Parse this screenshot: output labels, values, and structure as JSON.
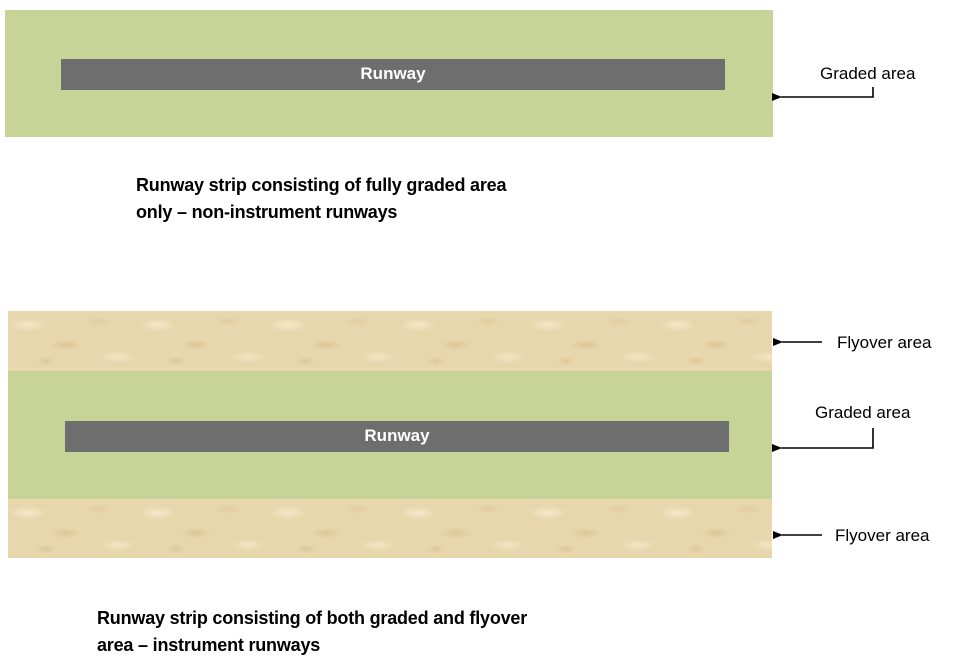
{
  "diagram_top": {
    "runway_label": "Runway",
    "graded_label": "Graded area",
    "caption_line1": "Runway strip consisting of fully graded area",
    "caption_line2": "only – non-instrument runways"
  },
  "diagram_bottom": {
    "runway_label": "Runway",
    "flyover_top_label": "Flyover area",
    "graded_label": "Graded area",
    "flyover_bottom_label": "Flyover area",
    "caption_line1": "Runway strip consisting of both graded and flyover",
    "caption_line2": "area – instrument runways"
  },
  "colors": {
    "graded_area": "#c8d398",
    "flyover_area": "#e8d6ac",
    "runway": "#6e6e6e",
    "arrow": "#000000"
  }
}
